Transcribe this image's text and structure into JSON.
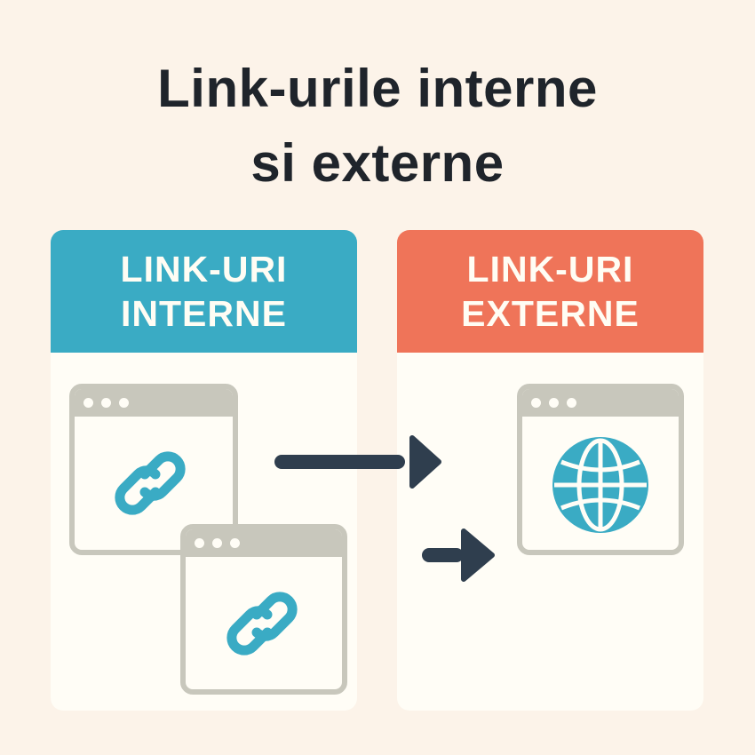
{
  "title": {
    "line1": "Link-urile interne",
    "line2": "si externe",
    "color": "#1F242B"
  },
  "panels": [
    {
      "id": "internal",
      "header_line1": "LINK-URI",
      "header_line2": "INTERNE",
      "header_color": "#3AABC4",
      "windows": [
        {
          "icon": "link-chain-icon"
        },
        {
          "icon": "link-chain-icon"
        }
      ]
    },
    {
      "id": "external",
      "header_line1": "LINK-URI",
      "header_line2": "EXTERNE",
      "header_color": "#EF7459",
      "windows": [
        {
          "icon": "globe-icon"
        }
      ]
    }
  ],
  "arrows": [
    {
      "direction": "right",
      "color": "#2F3E4E"
    },
    {
      "direction": "right",
      "color": "#2F3E4E"
    }
  ],
  "colors": {
    "background": "#FCF3E9",
    "panel_body": "#FFFDF6",
    "window_frame": "#C8C7BC",
    "icon_accent": "#3AABC4",
    "arrow": "#2F3E4E"
  }
}
